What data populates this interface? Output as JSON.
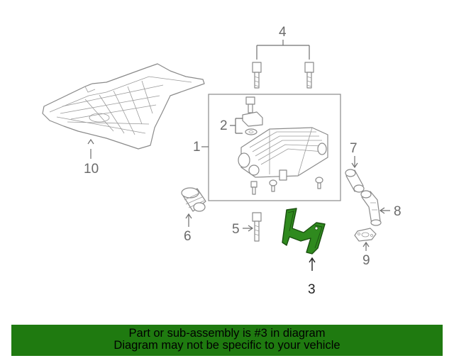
{
  "callouts": {
    "c1": "1",
    "c2": "2",
    "c3": "3",
    "c4": "4",
    "c5": "5",
    "c6": "6",
    "c7": "7",
    "c8": "8",
    "c9": "9",
    "c10": "10"
  },
  "banner": {
    "line1": "Part or sub-assembly is #3 in diagram",
    "line2": "Diagram may not be specific to your vehicle"
  },
  "colors": {
    "highlight_part": "#2f8a1e",
    "banner_bg": "#1f7a10",
    "line_art": "#8a8a8a"
  }
}
